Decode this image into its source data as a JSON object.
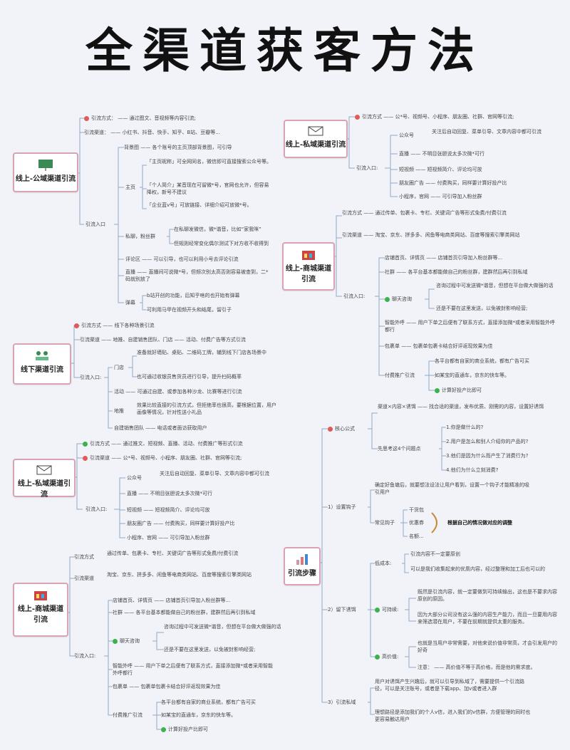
{
  "title": "全渠道获客方法",
  "nodes": {
    "public_online": "线上-公域渠道引流",
    "private_online_top": "线上-私域渠道引流",
    "mall_online_top": "线上-商城渠道引流",
    "offline": "线下渠道引流",
    "private_online_left": "线上-私域渠道引流",
    "mall_online_left": "线上-商城渠道引流",
    "steps": "引流步骤"
  },
  "public": {
    "method": "引流方式： —— 通过图文、音视频等内容引流;",
    "channel": "引流渠道： —— 小红书、抖音、快手、知乎、B站、豆瓣等...",
    "entry": "引流入口",
    "bg": "背景图 —— 各个账号的主页顶部背景图，可引导",
    "home": "主页",
    "home1": "「主页昵称」可全网同名，微信即可直接搜索公众号等。",
    "home2": "「个人简介」某音现在可留微*号，官网也允许，但容易降权，新号不建议",
    "home3": "「企业蓝v号」可放链接、详细介绍可放微*号。",
    "pm": "私聊，粉丝群",
    "pm1": "在私聊发微信，微*谐音，比如“家我咪”",
    "pm2": "但规则经常变化偶尔测试下对方收不收得到",
    "comment": "评论区 —— 可以引导，也可以利用小号去评论引流",
    "live": "直播 —— 直播间可说微*号，但频次别太高否则容易被查到，二*码就别放了",
    "danmu": "弹幕",
    "danmu1": "b站开创的功能，后知乎啥的也开始有弹幕",
    "danmu2": "可利用马甲在视频开头和结尾，留引子"
  },
  "private_top": {
    "method": "引流方式 —— 公*号、视频号、小程序、朋友圈、社群、官网等引流;",
    "entry": "引流入口:",
    "gzh": "公众号",
    "gzh1": "关注后自动回复、菜单引导、文章内容中都可引流",
    "live": "直播 —— 不明目张胆说太多次微*可行",
    "short": "短视频 —— 短视频简介、评论均可放",
    "moments": "朋友圈广告 —— 付费购买，同样要计算好投产比",
    "mini": "小程序，官网 —— 可引导加入粉丝群"
  },
  "mall_top": {
    "method": "引流方式 —— 通过传单、包裹卡、专栏、关键词广告等形式免费/付费引流",
    "channel": "引流渠道 —— 淘宝、京东、拼多多、闲鱼等电商类网站、百度等搜索引擎类网站",
    "entry": "引流入口:",
    "store": "店铺首页、详情页 —— 店铺首页引导加入粉丝群等...",
    "community": "社群 —— 各平台基本都能做自己的粉丝群，建群然后再引到私域",
    "chat": "聊天咨询",
    "chat1": "咨询过程中可发送微*谐音，但想在平台做大做强的话",
    "chat2": "还是不要在这里发送，以免被封影响经营;",
    "smart": "智能外呼 —— 用户下单之后便有了联系方式，直接添加微*或者采用智能外呼都行",
    "package": "包裹单 —— 包裹单包裹卡结合好评返现效果为佳",
    "paid": "付费推广引流",
    "paid1": "各平台都有自家的商业系统，都有广告可买",
    "paid2": "如某宝的直通车，京东的快车等。",
    "paid3": "计算好投产比即可"
  },
  "offline": {
    "method": "引流方式 —— 线下各种场景引流",
    "channel": "引流渠道 —— 地推、自建销售团队、门店 —— 活动、付费广告等方式引流",
    "entry": "引流入口:",
    "store": "门店",
    "store1": "准备就好墙贴、桌贴、二维码工牌，辅到线下门店各场景中",
    "store2": "也可通过收银员售货员进行引导，提升扫码概率",
    "activity": "活动 —— 可通过自建、或参加各种沙龙、比赛等进行引流",
    "push": "地推",
    "push1": "效果比较直接的引流方式，但拒绝率也很高，要根据位置，用户画像等情况，针对性送小礼品",
    "team": "自建销售团队 —— 电话或者面访获取用户"
  },
  "private_left": {
    "method": "引流方式 —— 通过推文、短视频、直播、活动、付费推广等形式引流",
    "channel": "引流渠道 —— 公*号、视频号、小程序、朋友圈、社群、官网等引流;",
    "entry": "引流入口:",
    "gzh": "公众号",
    "gzh1": "关注后自动回复、菜单引导、文章内容中都可引流",
    "live": "直播 —— 不明目张胆说太多次微*可行",
    "short": "短视频 —— 短视频简介、评论均可放",
    "moments": "朋友圈广告 —— 付费购买，同样要计算好投产比",
    "mini": "小程序、官网 —— 可引导加入粉丝群"
  },
  "mall_left": {
    "method": "引流方式",
    "method1": "通过传单、包裹卡、专栏、关键词广告等形式免费/付费引流",
    "channel": "引流渠道",
    "channel1": "淘宝、京东、拼多多、闲鱼等电商类网站、百度等搜索引擎类网站",
    "entry": "引流入口:",
    "store": "店铺首页、详情页 —— 店铺首页引导加入粉丝群等...",
    "community": "社群 —— 各平台基本都能做自己的粉丝群，建群然后再引到私域",
    "chat": "聊天咨询",
    "chat1": "咨询过程中可发送微*谐音，但想在平台做大做强的话",
    "chat2": "还是不要在这里发送，以免被封影响经营;",
    "smart": "智能外呼 —— 用户下单之后便有了联系方式，直接添加微*或者采用智能外呼都行",
    "package": "包裹单 —— 包裹单包裹卡结合好评返现效果为佳",
    "paid": "付费推广引流",
    "paid1": "各平台都有自家的商业系统，都有广告可买",
    "paid2": "如某宝的直通车，京东的快车等。",
    "paid3": "计算好投产比即可"
  },
  "steps": {
    "core": "核心公式",
    "core1": "渠道×内容×诱饵 —— 找合适的渠道，发布优质、刚需的内容，设置好诱饵",
    "core2": "先思考这4个问题点",
    "q1": "1.你是做什么的?",
    "q2": "2.用户是怎么和别人介绍你的产品的?",
    "q3": "3.他们是因为什么而产生了消费行为?",
    "q4": "4.他们为什么立刻消费?",
    "hook": "1）设置钩子",
    "hook1": "确定好鱼塘后，就要想法设法让用户看到，设置一个钩子才能精准的吸引用户",
    "hook2": "常见钩子",
    "h1": "干货包",
    "h2": "优惠券",
    "h3": "名额...",
    "hook3": "根据自己的情况做对应的调整",
    "bait": "2）留下诱饵",
    "low": "低成本:",
    "low1": "引流内容不一定要原创",
    "low2": "可以是我们收集起来的优质内容，经过整理和加工后也可以的",
    "sustain": "可持续:",
    "sustain1": "既然是引流内容，就一定要做到可持续输出，这也是不要求内容原创的原因。",
    "sustain2": "因为大部分公司没有这么强的内容生产能力，而且一旦要用内容来筛选潜在用户，不要在前期就提供太重的服务。",
    "value": "高价值:",
    "value1": "也就是当用户非常需要，对他来说价值非常高，才会引发用户的好奇",
    "value2": "注意： —— 高价值不等于高价格，而是他的需求度。",
    "private": "3）引流私域",
    "private1": "用户对诱饵产生兴趣后，就可以引导到私域了，需要提供一个引流路径，可以是关注账号，或者是下载app、加v或者进入群",
    "private2": "理想路径是添加我们的个人v信，进入我们的v信群，方便管理的同时也更容易触达用户"
  }
}
